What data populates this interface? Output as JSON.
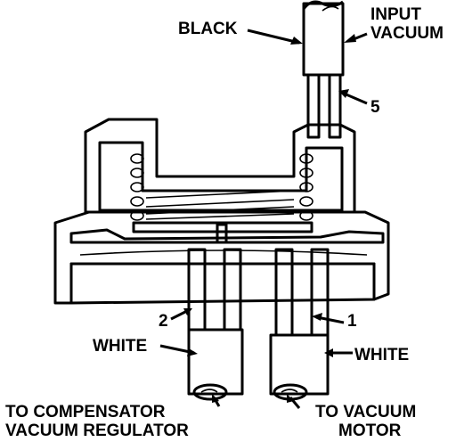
{
  "labels": {
    "black": "BLACK",
    "input_vacuum_line1": "INPUT",
    "input_vacuum_line2": "VACUUM",
    "port_5": "5",
    "port_2": "2",
    "port_1": "1",
    "white_left": "WHITE",
    "white_right": "WHITE",
    "to_compensator_line1": "TO COMPENSATOR",
    "to_compensator_line2": "VACUUM REGULATOR",
    "to_vacuum_line1": "TO VACUUM",
    "to_vacuum_line2": "MOTOR"
  },
  "colors": {
    "ink": "#000000",
    "background": "#ffffff"
  }
}
